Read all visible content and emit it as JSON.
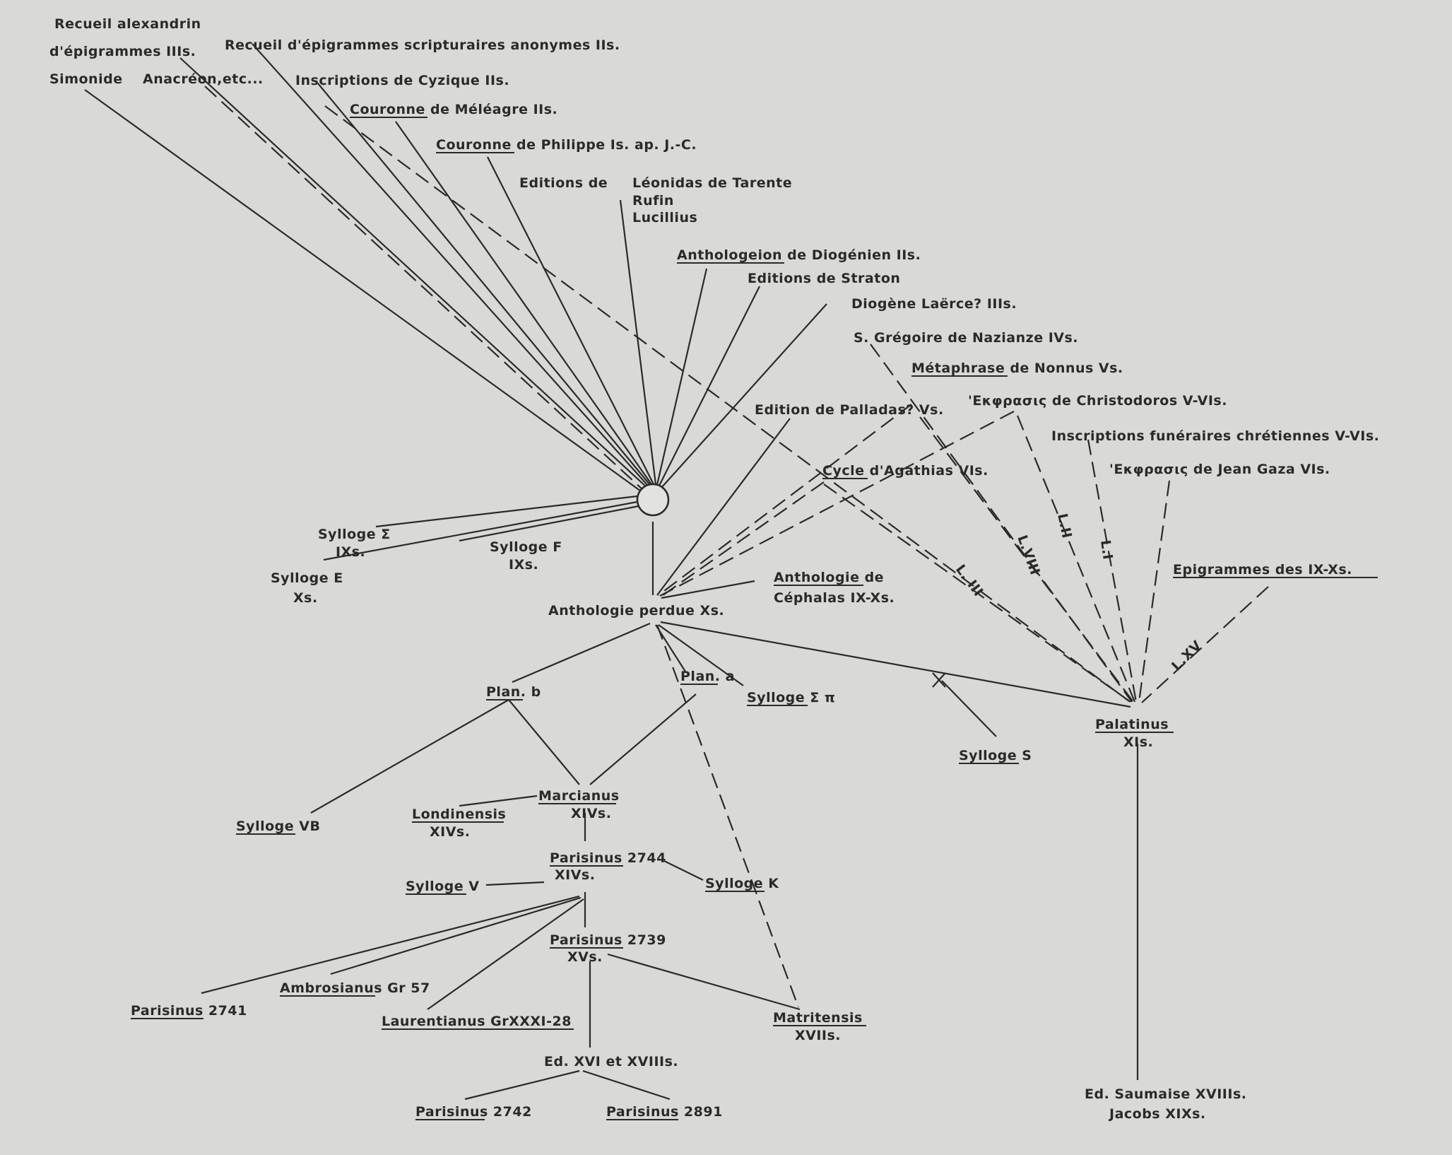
{
  "labels": {
    "recueil_alex_1": "Recueil alexandrin",
    "recueil_alex_2": "d'épigrammes IIIs.",
    "simonide": "Simonide",
    "anacreon": "Anacréon,etc...",
    "recueil_script": "Recueil d'épigrammes scripturaires anonymes IIs.",
    "cyzique": "Inscriptions de Cyzique IIs.",
    "meleagre_u": "Couronne",
    "meleagre_r": " de Méléagre IIs.",
    "philippe_u": "Couronne",
    "philippe_r": " de Philippe Is. ap. J.-C.",
    "editions_de": "Editions de",
    "leonidas": "Léonidas de Tarente",
    "rufin": "Rufin",
    "lucillius": "Lucillius",
    "diogenien_u": "Anthologeion",
    "diogenien_r": " de Diogénien IIs.",
    "straton": "Editions de Straton",
    "diogene": "Diogène Laërce? IIIs.",
    "gregoire": "S. Grégoire de Nazianze IVs.",
    "nonnus_u": "Métaphrase",
    "nonnus_r": " de Nonnus Vs.",
    "christodoros": "'Εκφρασις de Christodoros V-VIs.",
    "palladas": "Edition de Palladas? Vs.",
    "funeraires": "Inscriptions funéraires chrétiennes V-VIs.",
    "agathias_u": "Cycle",
    "agathias_r": " d'Agathias VIs.",
    "gaza": "'Εκφρασις de Jean Gaza VIs.",
    "sylloge_sigma_1": "Sylloge Σ",
    "sylloge_sigma_2": "IXs.",
    "sylloge_f_1": "Sylloge F",
    "sylloge_f_2": "IXs.",
    "sylloge_e_1": "Sylloge E",
    "sylloge_e_2": "Xs.",
    "cephalas_u": "Anthologie",
    "cephalas_r": " de",
    "cephalas_2": "Céphalas IX-Xs.",
    "perdue": "Anthologie perdue Xs.",
    "ep_ix_x": "Epigrammes des IX-Xs.",
    "l3": "L. III",
    "l8": "L.VIII",
    "l2": "L.II",
    "l1": "L.I",
    "l15": "L.XV",
    "plan_b_u": "Plan.",
    "plan_b_r": " b",
    "plan_a_u": "Plan.",
    "plan_a_r": " a",
    "sylloge_sp_u": "Sylloge",
    "sylloge_sp_r": " Σ π",
    "palatinus_1": "Palatinus",
    "palatinus_2": "XIs.",
    "sylloge_s_u": "Sylloge",
    "sylloge_s_r": " S",
    "marcianus_1": "Marcianus",
    "marcianus_2": "XIVs.",
    "londinensis_1": "Londinensis",
    "londinensis_2": "XIVs.",
    "sylloge_vb_u": "Sylloge",
    "sylloge_vb_r": " VB",
    "paris2744_u": "Parisinus",
    "paris2744_r": " 2744",
    "paris2744_2": "XIVs.",
    "sylloge_v_u": "Sylloge",
    "sylloge_v_r": " V",
    "sylloge_k_u": "Sylloge",
    "sylloge_k_r": " K",
    "paris2739_u": "Parisinus",
    "paris2739_r": " 2739",
    "paris2739_2": "XVs.",
    "ambrosianus_u": "Ambrosianus",
    "ambrosianus_r": " Gr 57",
    "paris2741_u": "Parisinus",
    "paris2741_r": " 2741",
    "laurentianus_u": "Laurentianus GrXXXI-28",
    "matritensis_1": "Matritensis",
    "matritensis_2": "XVIIs.",
    "ed_xvi": "Ed. XVI et XVIIIs.",
    "paris2742_u": "Parisinus",
    "paris2742_r": " 2742",
    "paris2891_u": "Parisinus",
    "paris2891_r": " 2891",
    "saumaise": "Ed. Saumaise XVIIIs.",
    "jacobs": "Jacobs XIXs."
  }
}
